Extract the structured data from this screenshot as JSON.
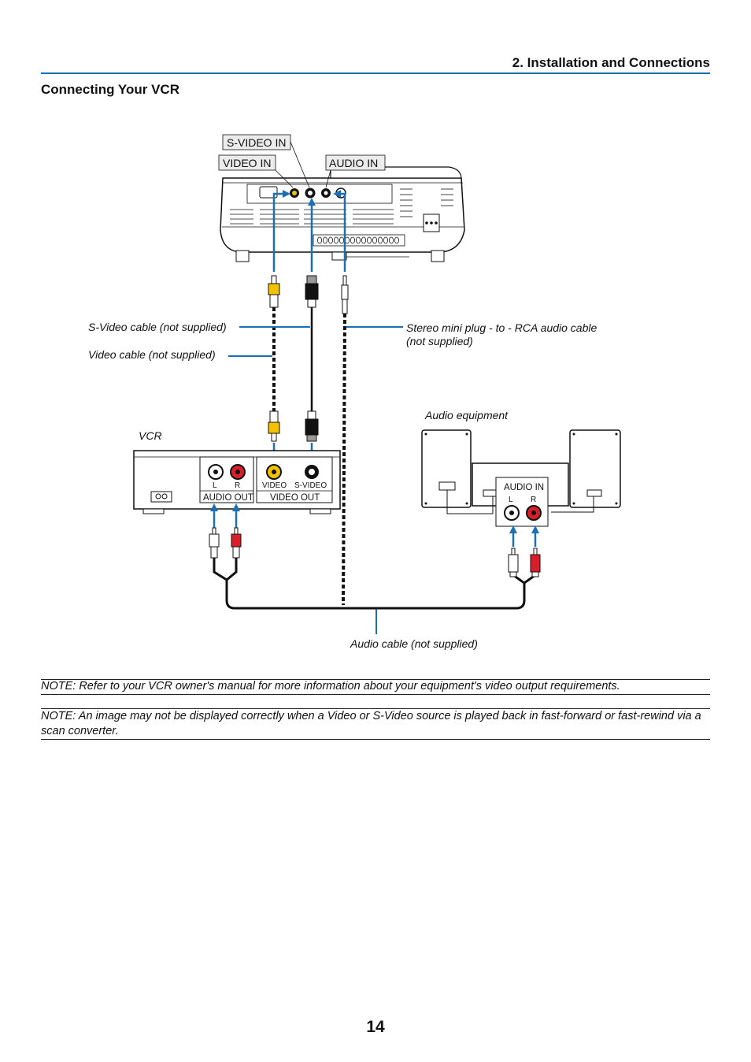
{
  "header": {
    "chapter_title": "2. Installation and Connections",
    "section_title": "Connecting Your VCR"
  },
  "diagram": {
    "projector_ports": {
      "s_video_in": "S-VIDEO IN",
      "video_in": "VIDEO IN",
      "audio_in": "AUDIO IN"
    },
    "cable_labels": {
      "s_video_cable": "S-Video cable (not supplied)",
      "video_cable": "Video cable (not supplied)",
      "stereo_mini_line1": "Stereo mini plug - to - RCA audio cable",
      "stereo_mini_line2": "(not supplied)",
      "audio_cable": "Audio cable (not supplied)"
    },
    "vcr": {
      "label": "VCR",
      "audio_l": "L",
      "audio_r": "R",
      "audio_out": "AUDIO OUT",
      "video": "VIDEO",
      "s_video": "S-VIDEO",
      "video_out": "VIDEO OUT"
    },
    "audio_equipment": {
      "label": "Audio equipment",
      "audio_in": "AUDIO IN",
      "l": "L",
      "r": "R"
    },
    "colors": {
      "arrow_blue": "#1a6fb5",
      "rca_yellow": "#f2c200",
      "rca_red": "#d81e2a"
    }
  },
  "notes": [
    "NOTE: Refer to your VCR owner's manual for more information about your equipment's video output requirements.",
    "NOTE: An image may not be displayed correctly when a Video or S-Video source is played back in fast-forward or fast-rewind via a scan converter."
  ],
  "page_number": "14"
}
